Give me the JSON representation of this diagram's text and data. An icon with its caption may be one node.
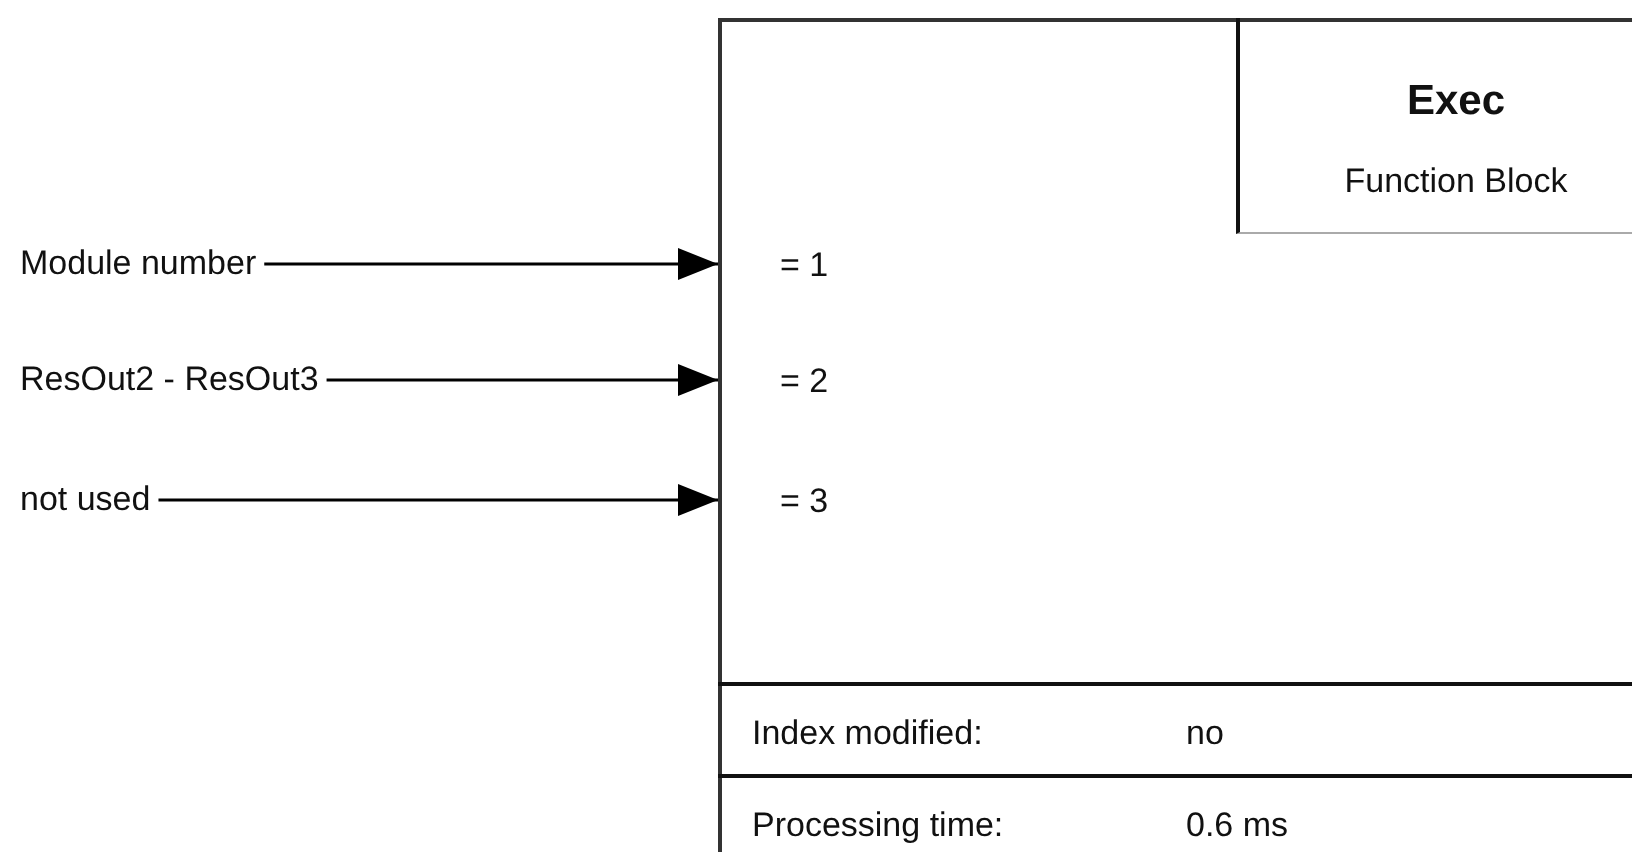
{
  "diagram": {
    "nodes": [
      {
        "text": [],
        "shape": "box"
      },
      {
        "text": [
          "Exec",
          "Function Block"
        ],
        "in": 0
      },
      {
        "text": [
          "Index modified:",
          "no"
        ],
        "in": 0
      },
      {
        "text": [
          "Processing time:",
          "0.6 ms"
        ],
        "in": 0
      },
      {
        "text": [
          "Module number"
        ]
      },
      {
        "text": [
          "ResOut2 - ResOut3"
        ]
      },
      {
        "text": [
          "not used"
        ]
      }
    ],
    "edges": [
      {
        "from": 4,
        "to": 0,
        "arrow": "to"
      },
      {
        "from": 5,
        "to": 0,
        "arrow": "to"
      },
      {
        "from": 6,
        "to": 0,
        "arrow": "to"
      }
    ],
    "labels": [
      "= 1",
      "= 2",
      "= 3"
    ]
  }
}
